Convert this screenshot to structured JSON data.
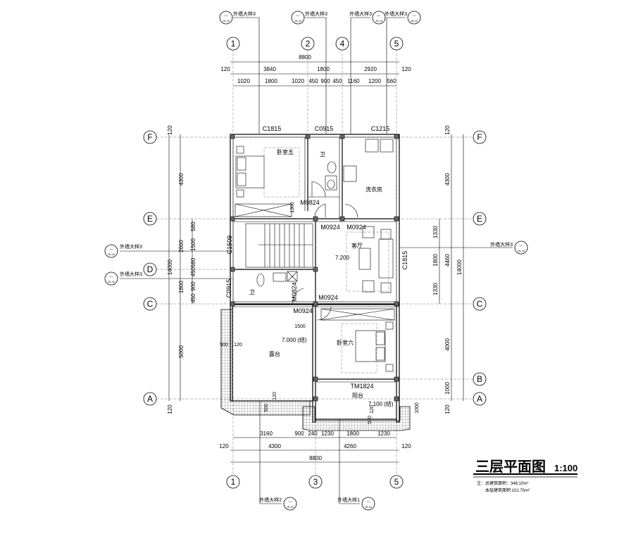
{
  "title": {
    "name": "三层平面图",
    "scale": "1:100"
  },
  "notes": [
    "注：总建筑面积：348.10m²",
    "本层建筑面积:101.70m²"
  ],
  "axes": {
    "top": [
      "1",
      "2",
      "4",
      "5"
    ],
    "bottom": [
      "1",
      "3",
      "5"
    ],
    "left": [
      "F",
      "E",
      "D",
      "C",
      "A"
    ],
    "right": [
      "F",
      "E",
      "C",
      "B",
      "A"
    ]
  },
  "references": {
    "top": [
      "外墙大样3",
      "外墙大样3",
      "外墙大样3",
      "外墙大样3"
    ],
    "left": [
      "外墙大样3",
      "外墙大样3"
    ],
    "right": [
      "外墙大样3"
    ],
    "bottom": [
      "外墙大样2",
      "外墙大样1"
    ],
    "bubble_top": "—",
    "bubble_bottom": "JS-10"
  },
  "dims": {
    "top_total": "8800",
    "top_mid": [
      "120",
      "3840",
      "1800",
      "2920",
      "120"
    ],
    "top_detail": [
      "1020",
      "1800",
      "1020",
      "450",
      "900",
      "450",
      "1160",
      "1200",
      "560"
    ],
    "left_outer": [
      "120",
      "14000",
      "120"
    ],
    "left_mid": [
      "4300",
      "2660",
      "1800",
      "5000"
    ],
    "left_inner": [
      "580",
      "1500",
      "450580",
      "900",
      "450"
    ],
    "right_outer": [
      "14000"
    ],
    "right_mid": [
      "120",
      "4300",
      "4460",
      "4000",
      "1000",
      "120"
    ],
    "right_inner": [
      "1330",
      "1800",
      "1330"
    ],
    "bottom_detail": [
      "3160",
      "900",
      "240",
      "1230",
      "1800",
      "1230"
    ],
    "bottom_mid": [
      "120",
      "4300",
      "4260",
      "120"
    ],
    "bottom_total": "8800",
    "plan": [
      "1300",
      "1500",
      "500",
      "120",
      "500",
      "120",
      "500",
      "120",
      "1000"
    ]
  },
  "openings": [
    "C1815",
    "C0915",
    "C1215",
    "M0824",
    "M0924",
    "M0924",
    "C1509",
    "C1815",
    "C0915",
    "M0824",
    "M0924",
    "M0924",
    "TM1824"
  ],
  "rooms": [
    "卧室五",
    "卫",
    "洗衣房",
    "客厅",
    "卫",
    "露台",
    "卧室六",
    "阳台"
  ],
  "levels": [
    "7.200",
    "7.000 (结)",
    "7.100 (结)"
  ]
}
